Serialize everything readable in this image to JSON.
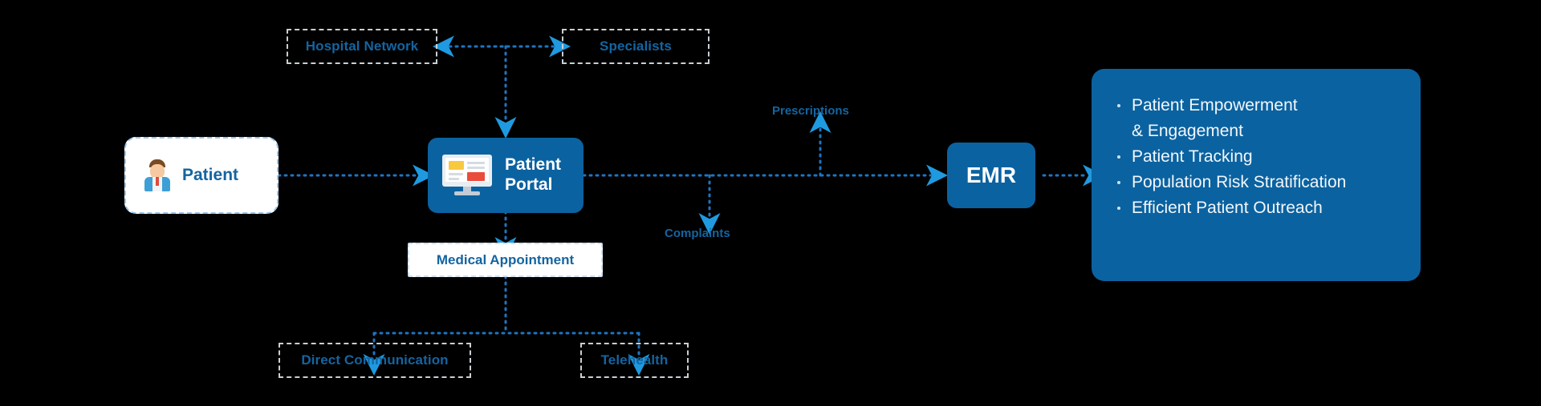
{
  "diagram": {
    "background": "#000000",
    "accent_blue": "#0b62a0",
    "arrow_blue": "#1f9ae0",
    "label_blue": "#1464a0",
    "nodes": {
      "patient": {
        "label": "Patient",
        "icon": "patient-avatar-icon"
      },
      "patient_portal": {
        "label_line1": "Patient",
        "label_line2": "Portal",
        "icon": "monitor-portal-icon"
      },
      "hospital_network": {
        "label": "Hospital Network"
      },
      "specialists": {
        "label": "Specialists"
      },
      "medical_appointment": {
        "label": "Medical Appointment"
      },
      "direct_communication": {
        "label": "Direct Communication"
      },
      "telehealth": {
        "label": "Telehealth"
      },
      "emr": {
        "label": "EMR"
      }
    },
    "edge_labels": {
      "prescriptions": "Prescriptions",
      "complaints": "Complaints"
    },
    "benefits_panel": {
      "items": [
        "Patient Empowerment",
        "& Engagement",
        "Patient Tracking",
        "Population Risk Stratification",
        "Efficient Patient Outreach"
      ]
    }
  }
}
